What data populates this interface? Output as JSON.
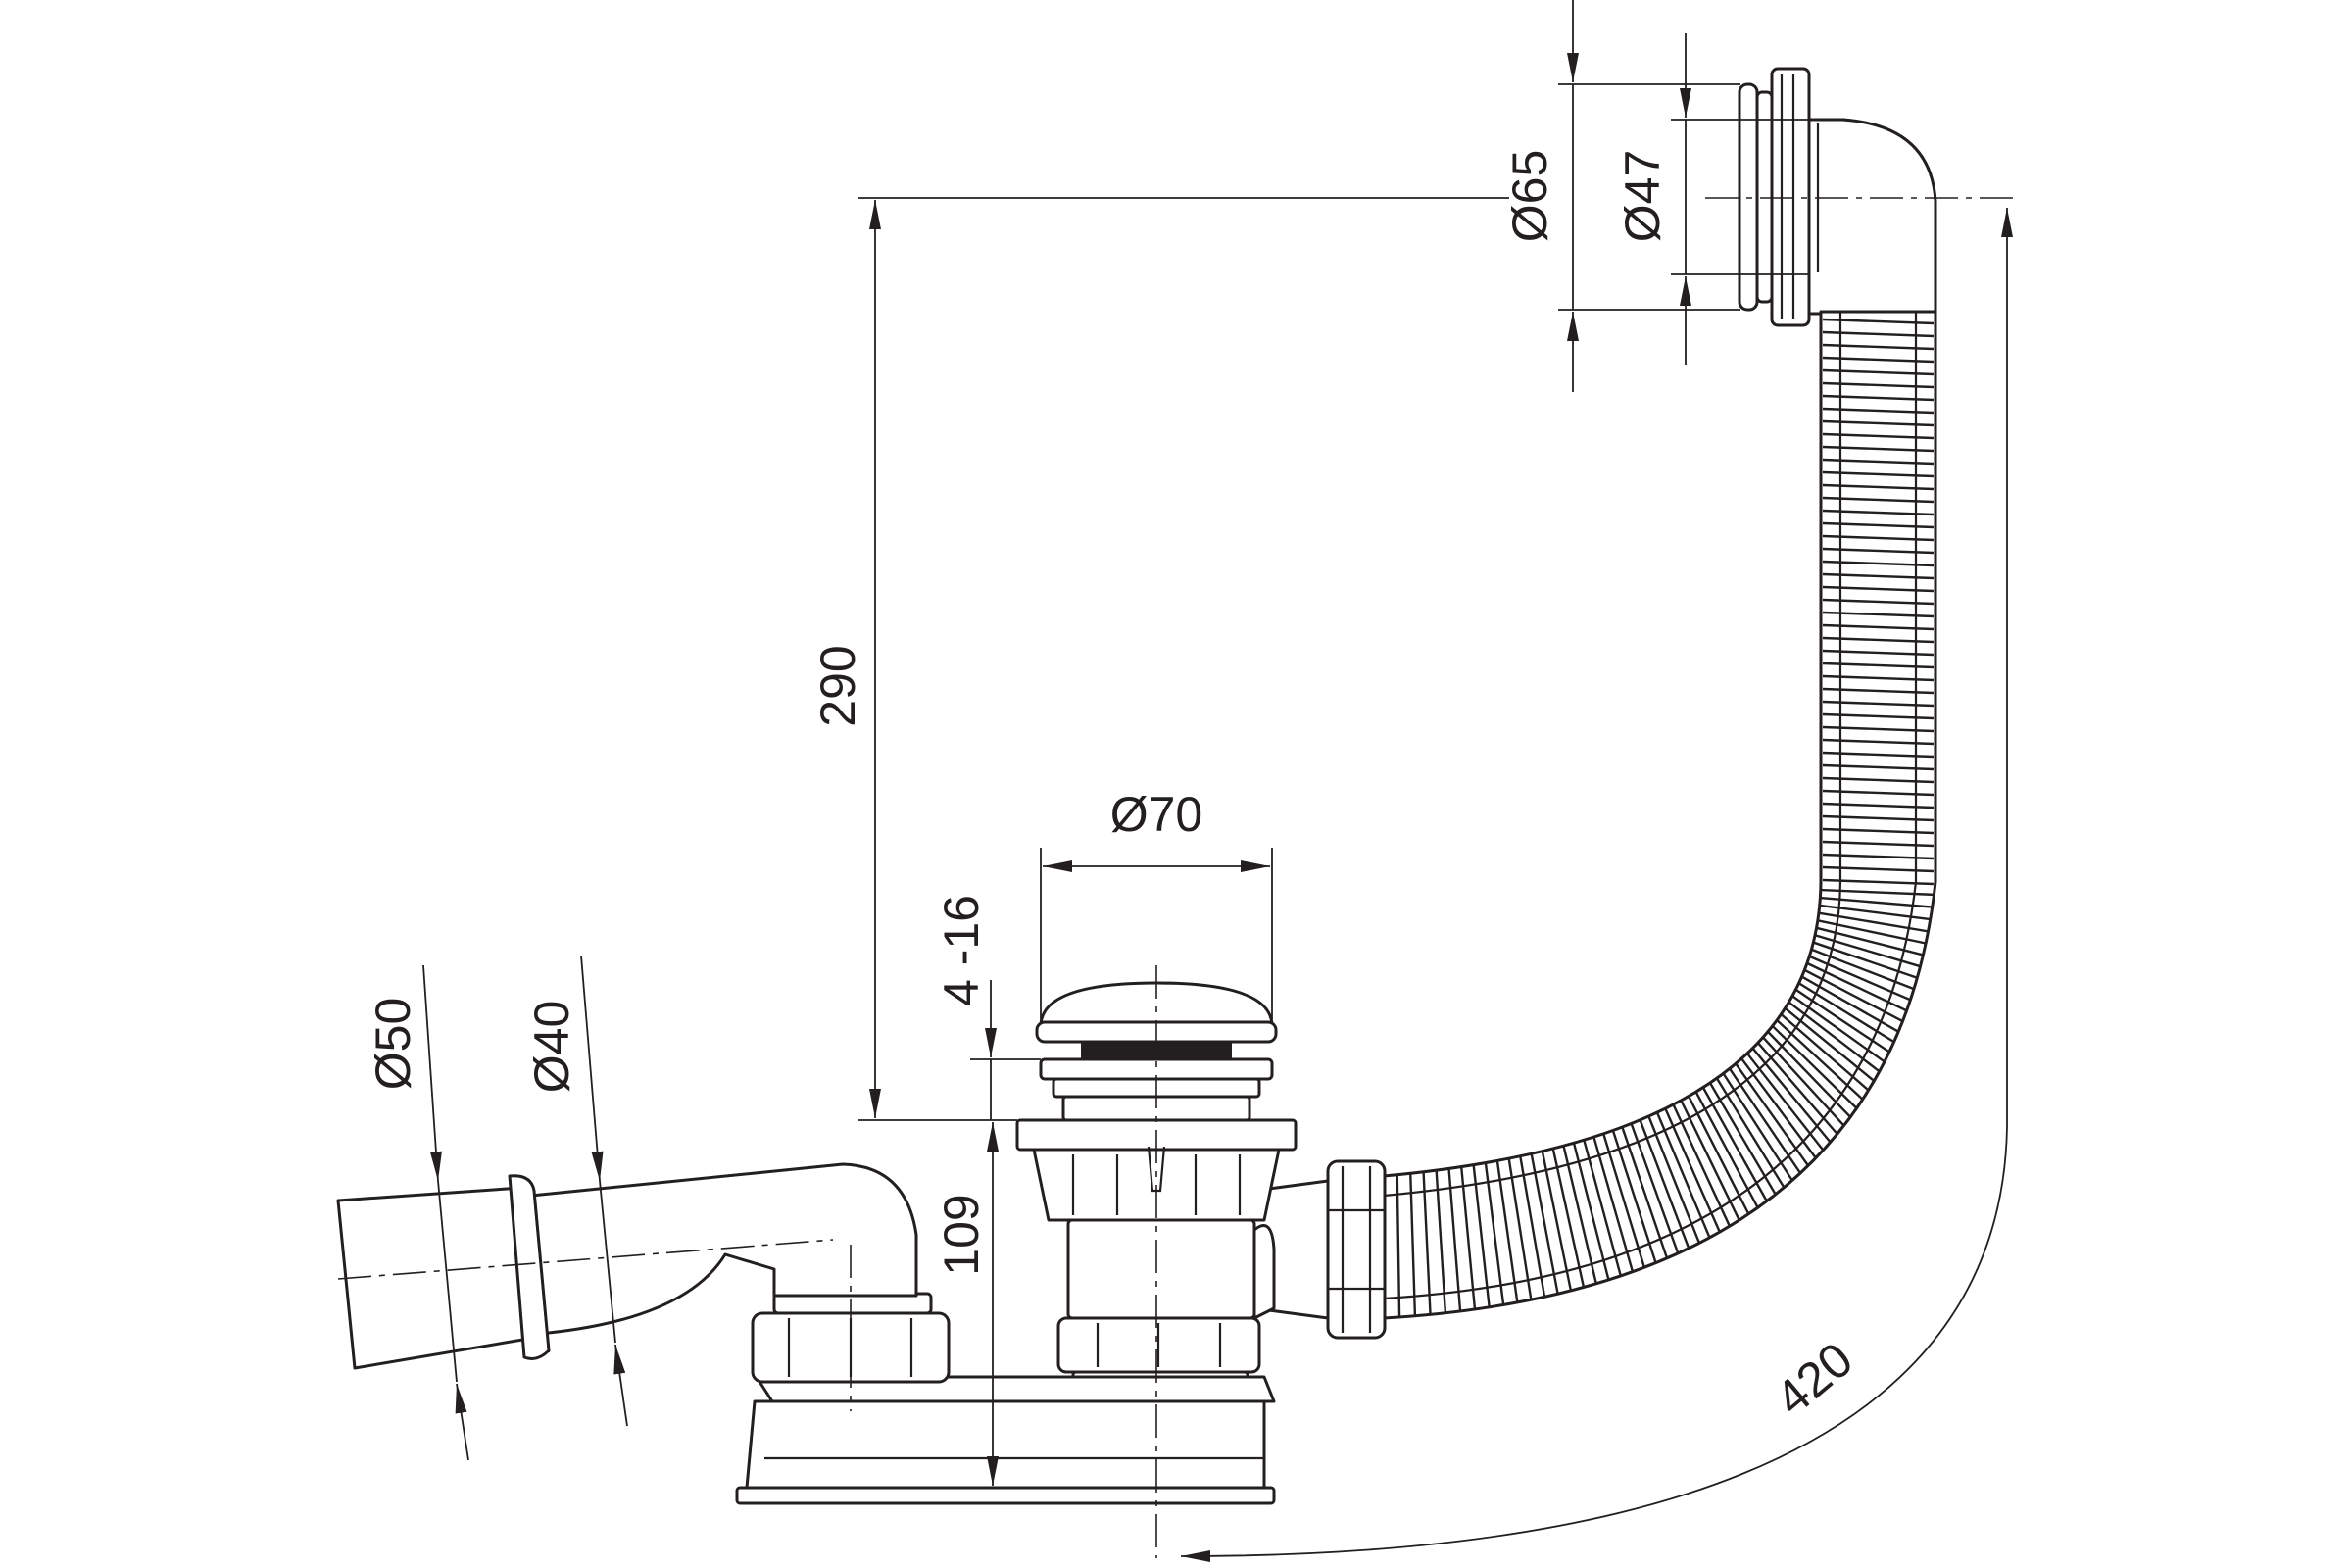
{
  "dimensions": {
    "d65": "Ø65",
    "d47": "Ø47",
    "h290": "290",
    "d70": "Ø70",
    "r4_16": "4 -16",
    "h109": "109",
    "d50": "Ø50",
    "d40": "Ø40",
    "l420": "420"
  },
  "colors": {
    "line": "#231f20",
    "background": "#ffffff"
  }
}
